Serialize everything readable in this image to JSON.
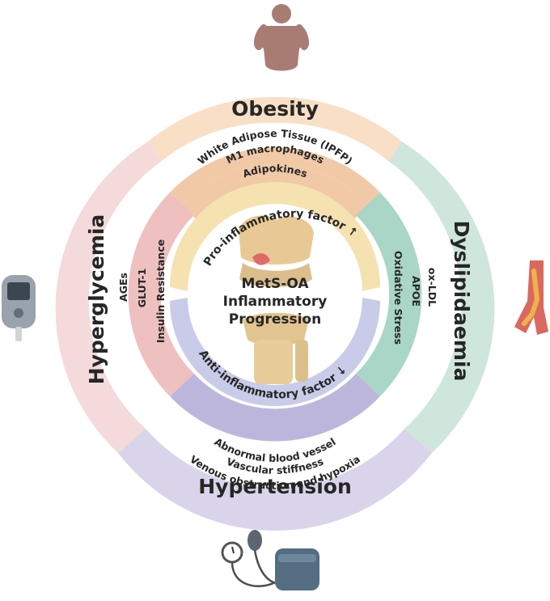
{
  "center": {
    "lines": [
      "MetS-OA",
      "Inflammatory",
      "Progression"
    ]
  },
  "factors": {
    "pro": "Pro-inflammatory factor ↑",
    "anti": "Anti-inflammatory factor ↓"
  },
  "sectors": {
    "obesity": {
      "title": "Obesity",
      "items": [
        "White Adipose Tissue (IPFP)",
        "M1 macrophages",
        "Adipokines"
      ],
      "color": "#f8dfc6"
    },
    "dyslipidaemia": {
      "title": "Dyslipidaemia",
      "items": [
        "ox-LDL",
        "APOE",
        "Oxidative Stress"
      ],
      "color": "#cfe6dc"
    },
    "hypertension": {
      "title": "Hypertension",
      "items": [
        "Abnormal blood vessel",
        "Vascular stiffness",
        "Venous obstruction and hypoxia"
      ],
      "color": "#d9d4ea"
    },
    "hyperglycemia": {
      "title": "Hyperglycemia",
      "items": [
        "AGEs",
        "GLUT-1",
        "Insulin Resistance"
      ],
      "color": "#f4dada"
    }
  },
  "icons": {
    "top": "obesity-person-icon",
    "right": "blood-vessel-icon",
    "bottom": "blood-pressure-monitor-icon",
    "left": "glucose-meter-icon"
  }
}
